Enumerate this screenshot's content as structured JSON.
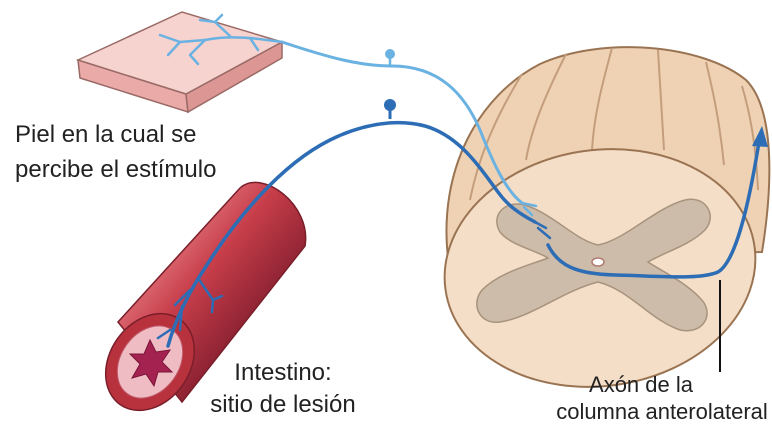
{
  "labels": {
    "skin": [
      "Piel en la cual se",
      "percibe el estímulo"
    ],
    "intestine": [
      "Intestino:",
      "sitio de lesión"
    ],
    "axon": [
      "Axón de la",
      "columna anterolateral"
    ]
  },
  "colors": {
    "skin_nerve": "#6ab2e2",
    "visceral_nerve": "#2d6db5",
    "skin_top": "#f6d3cf",
    "spinal_cord": "#efd2b4",
    "spinal_face": "#f4dec8",
    "gray_matter": "#cdbcaa"
  }
}
